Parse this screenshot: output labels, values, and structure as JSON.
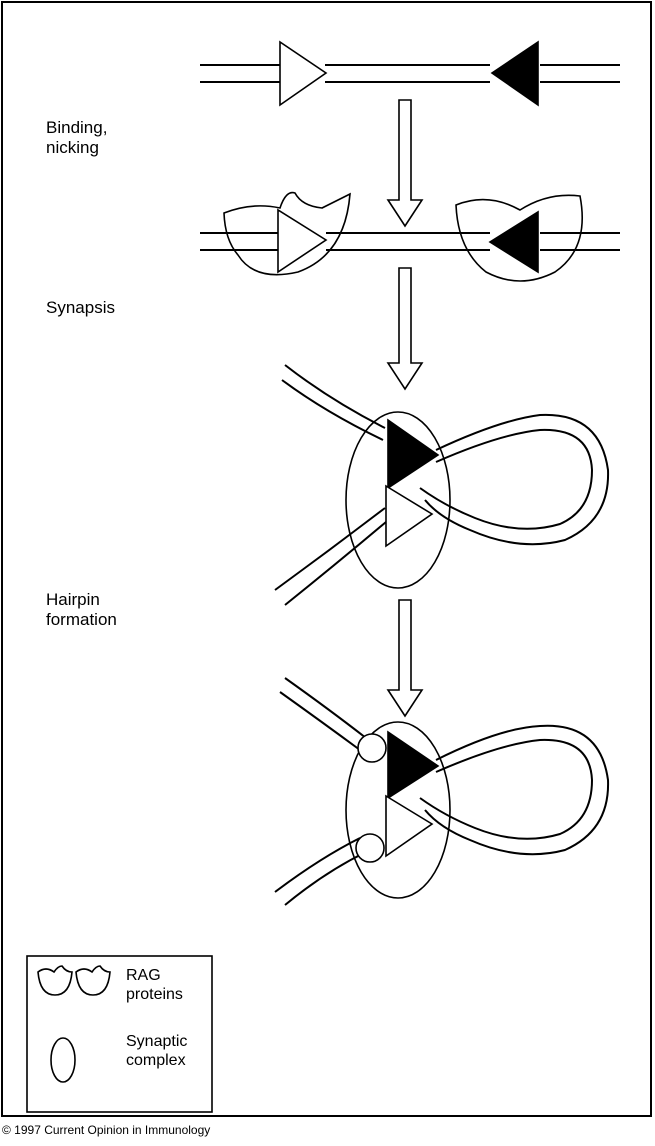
{
  "steps": [
    {
      "label": "Binding,\nnicking"
    },
    {
      "label": "Synapsis"
    },
    {
      "label": "Hairpin\nformation"
    }
  ],
  "legend": {
    "rag_label": "RAG\nproteins",
    "synaptic_label": "Synaptic\ncomplex"
  },
  "copyright": "© 1997 Current Opinion in Immunology",
  "colors": {
    "stroke": "#000000",
    "fill": "#ffffff",
    "solid": "#000000"
  }
}
